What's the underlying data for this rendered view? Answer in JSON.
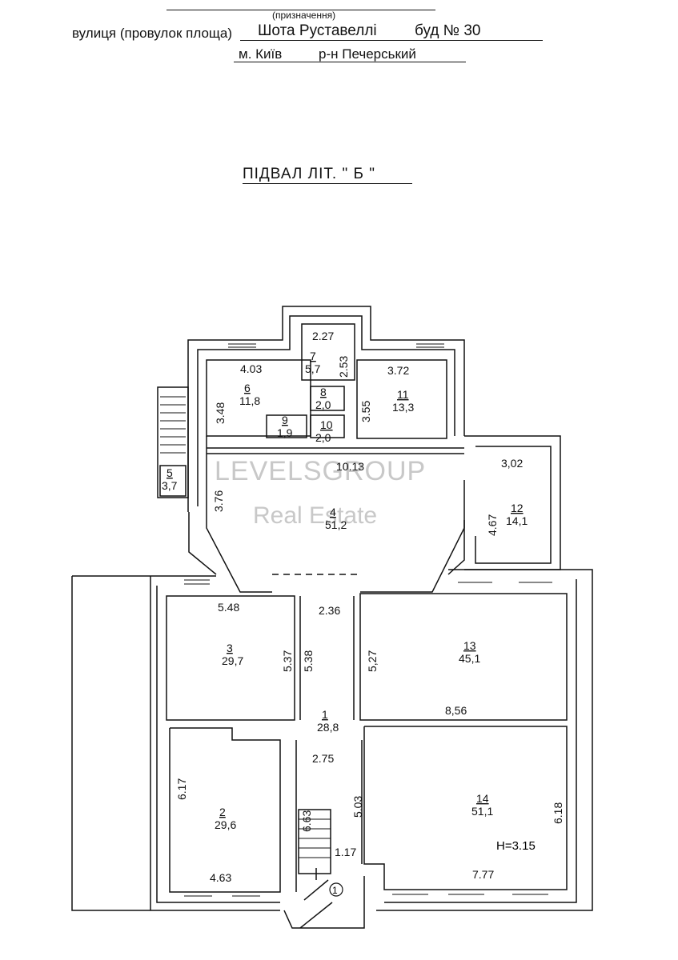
{
  "header": {
    "purpose_label": "(призначення)",
    "street_prefix": "вулиця (провулок площа)",
    "street": "Шота Руставеллі",
    "building": "буд № 30",
    "city": "м. Київ",
    "district": "р-н Печерський"
  },
  "title": "ПІДВАЛ ЛІТ. \" Б \"",
  "watermark": {
    "line1": "LEVELSGROUP",
    "line2": "Real Estate"
  },
  "rooms": [
    {
      "id": "r1",
      "number": "1",
      "area": "28,8"
    },
    {
      "id": "r2",
      "number": "2",
      "area": "29,6"
    },
    {
      "id": "r3",
      "number": "3",
      "area": "29,7"
    },
    {
      "id": "r4",
      "number": "4",
      "area": "51,2"
    },
    {
      "id": "r5",
      "number": "5",
      "area": "3,7"
    },
    {
      "id": "r6",
      "number": "6",
      "area": "11,8"
    },
    {
      "id": "r7",
      "number": "7",
      "area": "5,7"
    },
    {
      "id": "r8",
      "number": "8",
      "area": "2,0"
    },
    {
      "id": "r9",
      "number": "9",
      "area": "1,9"
    },
    {
      "id": "r10",
      "number": "10",
      "area": "2,0"
    },
    {
      "id": "r11",
      "number": "11",
      "area": "13,3"
    },
    {
      "id": "r12",
      "number": "12",
      "area": "14,1"
    },
    {
      "id": "r13",
      "number": "13",
      "area": "45,1"
    },
    {
      "id": "r14",
      "number": "14",
      "area": "51,1"
    }
  ],
  "dimensions": [
    "2.27",
    "2.53",
    "4.03",
    "3.48",
    "3.72",
    "3.55",
    "10.13",
    "3.76",
    "3,02",
    "4.67",
    "5.48",
    "5.37",
    "5.38",
    "2.36",
    "5,27",
    "8,56",
    "2.75",
    "6.17",
    "6.63",
    "5.03",
    "1.17",
    "4.63",
    "6.18",
    "7.77"
  ],
  "height_note": "H=3.15",
  "entrance_marker": "1"
}
